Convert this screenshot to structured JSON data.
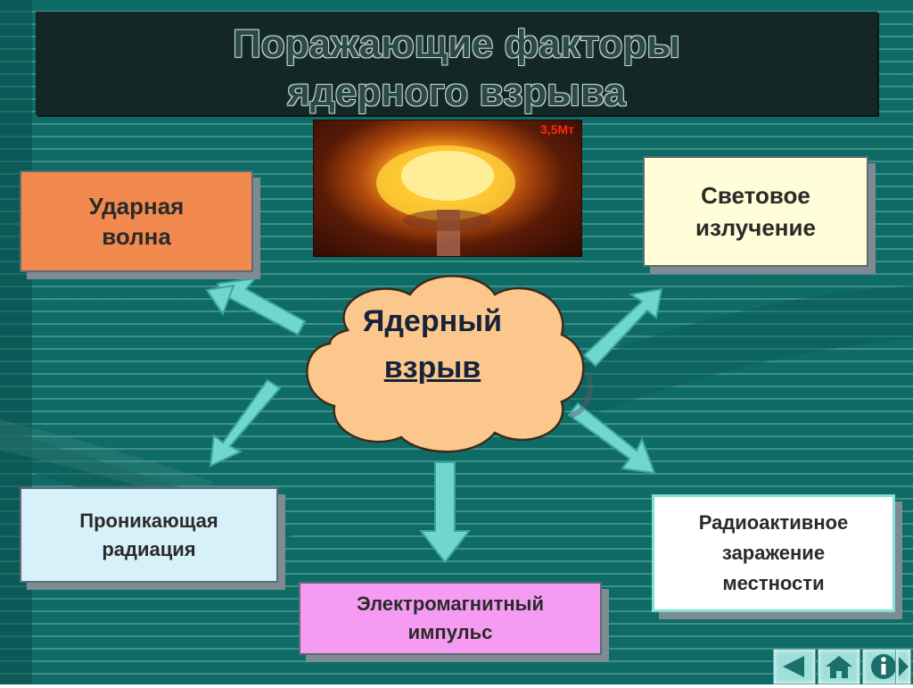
{
  "title": {
    "line1": "Поражающие факторы",
    "line2": "ядерного взрыва"
  },
  "photo": {
    "label": "3,5Мт"
  },
  "center": {
    "line1": "Ядерный",
    "line2": "взрыв"
  },
  "factors": {
    "shock": {
      "line1": "Ударная",
      "line2": "волна"
    },
    "light": {
      "line1": "Световое",
      "line2": "излучение"
    },
    "penetrating": {
      "line1": "Проникающая",
      "line2": "радиация"
    },
    "emp": {
      "line1": "Электромагнитный",
      "line2": "импульс"
    },
    "radioactive": {
      "line1": "Радиоактивное",
      "line2": "заражение",
      "line3": "местности"
    }
  },
  "colors": {
    "background": "#0f6b66",
    "arrow": "#6fd6d0",
    "cloud": "#fbc78c"
  },
  "nav": {
    "icons": [
      "prev-arrow-icon",
      "home-icon",
      "info-icon",
      "next-arrow-icon"
    ]
  }
}
